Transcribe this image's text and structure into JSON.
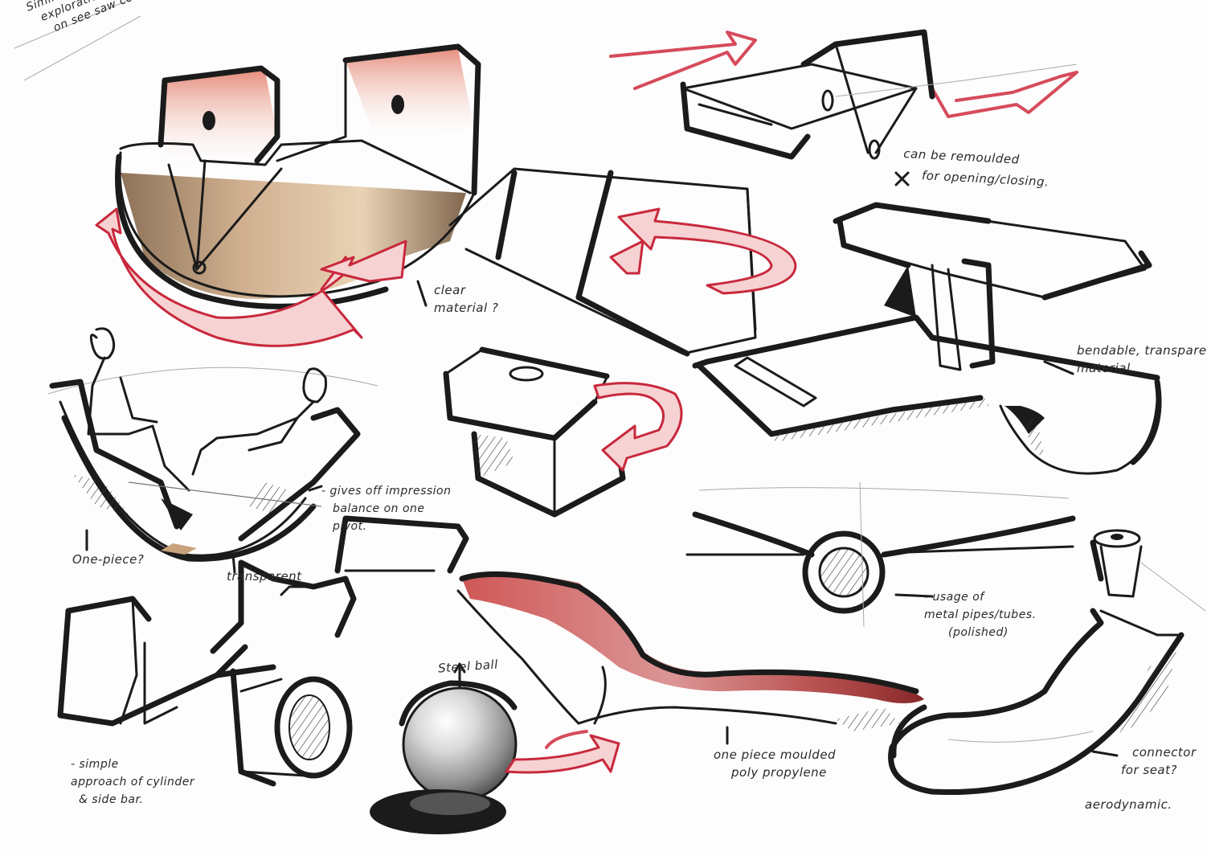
{
  "corner_title": [
    "Similar",
    "exploration",
    "on see saw concept"
  ],
  "annotations": {
    "clear_material": [
      "clear",
      "material ?"
    ],
    "can_be_remoulded": [
      "can be remoulded",
      "for opening/closing."
    ],
    "bendable": [
      "bendable, transparent",
      "material."
    ],
    "gives_off": [
      "- gives off impression",
      "balance on one",
      "pivot."
    ],
    "one_piece": "One-piece?",
    "transparent": "transparent",
    "usage_of": [
      "- usage of",
      "metal pipes/tubes.",
      "(polished)"
    ],
    "steel_ball": "Steel ball",
    "simple": [
      "- simple",
      "approach of cylinder",
      "& side bar."
    ],
    "one_piece_moulded": [
      "one piece moulded",
      "poly propylene"
    ],
    "connector": [
      "connector",
      "for seat?"
    ],
    "aerodynamic": "aerodynamic."
  },
  "colors": {
    "ink": "#1b1b1b",
    "marker_red": "#d64b5b",
    "deep_red": "#9c1f1f",
    "wood_brown": "#9a7350",
    "paper": "#fdfdfd"
  }
}
